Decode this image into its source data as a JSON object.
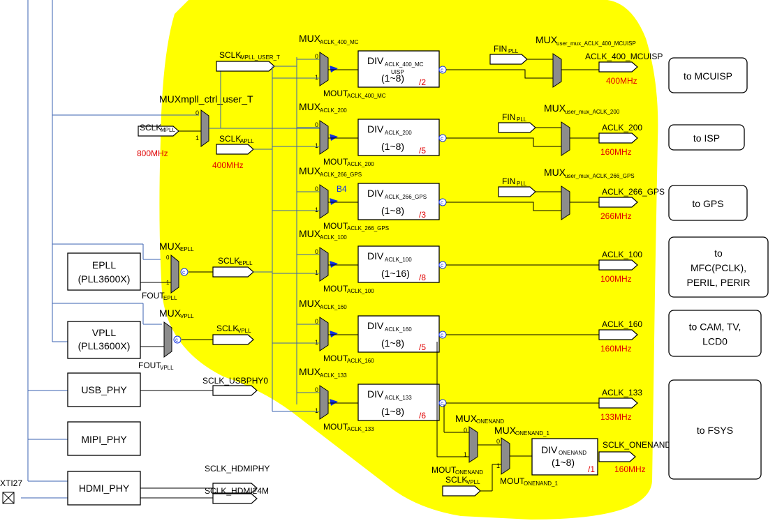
{
  "colors": {
    "highlight": "#ffff00",
    "freq": "#e00000",
    "wire": "#3a60b0",
    "gate": "#1030e0"
  },
  "plls": [
    {
      "name": "EPLL",
      "sub": "(PLL3600X)"
    },
    {
      "name": "VPLL",
      "sub": "(PLL3600X)"
    }
  ],
  "phys": [
    "USB_PHY",
    "MIPI_PHY",
    "HDMI_PHY"
  ],
  "xti": "XTI27",
  "sigs": {
    "sclk": "SCLK",
    "mpll": "MPLL",
    "apll": "APLL",
    "epll": "EPLL",
    "vpll": "VPLL",
    "mpll_user_t": "MPLL_USER_T",
    "usbphy0": "SCLK_USBPHY0",
    "hdmiphy": "SCLK_HDMIPHY",
    "hdmi24m": "SCLK_HDMI24M",
    "fin": "FIN",
    "pll": "PLL",
    "fout": "FOUT",
    "mout": "MOUT",
    "mux": "MUX",
    "div": "DIV"
  },
  "freqs": {
    "mpll": "800MHz",
    "apll": "400MHz"
  },
  "mux_user_t": "MUXmpll_ctrl_user_T",
  "mux_epll_sub": "EPLL",
  "mux_vpll_sub": "VPLL",
  "rows": [
    {
      "mux_sub": "ACLK_400_MC",
      "mout_sub": "ACLK_400_MC",
      "div_sub": "ACLK_400_MC",
      "ratio": "(1~8)",
      "div_factor": "/2",
      "out": "ACLK_400_MCUISP",
      "freq": "400MHz",
      "user_mux": "user_mux_ACLK_400_MCUISP",
      "dest": "to MCUISP",
      "uisp": "UISP"
    },
    {
      "mux_sub": "ACLK_200",
      "mout_sub": "ACLK_200",
      "div_sub": "ACLK_200",
      "ratio": "(1~8)",
      "div_factor": "/5",
      "out": "ACLK_200",
      "freq": "160MHz",
      "user_mux": "user_mux_ACLK_200",
      "dest": "to ISP"
    },
    {
      "mux_sub": "ACLK_266_GPS",
      "mout_sub": "ACLK_266_GPS",
      "div_sub": "ACLK_266_GPS",
      "ratio": "(1~8)",
      "div_factor": "/3",
      "out": "ACLK_266_GPS",
      "freq": "266MHz",
      "user_mux": "user_mux_ACLK_266_GPS",
      "dest": "to GPS",
      "tag": "B4"
    },
    {
      "mux_sub": "ACLK_100",
      "mout_sub": "ACLK_100",
      "div_sub": "ACLK_100",
      "ratio": "(1~16)",
      "div_factor": "/8",
      "out": "ACLK_100",
      "freq": "100MHz",
      "dest_lines": [
        "to",
        "MFC(PCLK),",
        "PERIL, PERIR"
      ]
    },
    {
      "mux_sub": "ACLK_160",
      "mout_sub": "ACLK_160",
      "div_sub": "ACLK_160",
      "ratio": "(1~8)",
      "div_factor": "/5",
      "out": "ACLK_160",
      "freq": "160MHz",
      "dest_lines": [
        "to CAM, TV,",
        "LCD0"
      ]
    },
    {
      "mux_sub": "ACLK_133",
      "mout_sub": "ACLK_133",
      "div_sub": "ACLK_133",
      "ratio": "(1~8)",
      "div_factor": "/6",
      "out": "ACLK_133",
      "freq": "133MHz",
      "dest": "to FSYS"
    }
  ],
  "onenand": {
    "mux_sub": "ONENAND",
    "mux1_sub": "ONENAND_1",
    "div_sub": "ONENAND",
    "ratio": "(1~8)",
    "div_factor": "/1",
    "out": "SCLK_ONENAND",
    "freq": "160MHz",
    "mout_sub": "ONENAND",
    "mout1_sub": "ONENAND_1"
  }
}
